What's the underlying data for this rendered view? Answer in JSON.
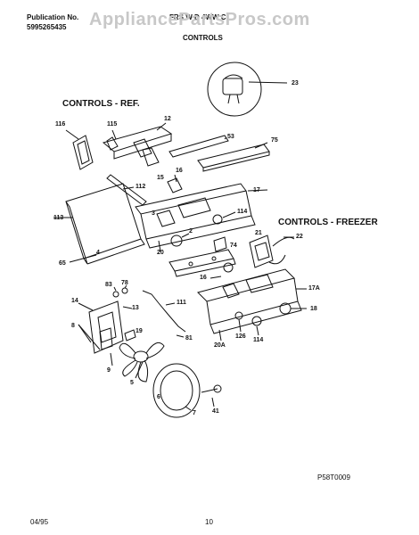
{
  "header": {
    "publication_label": "Publication No.",
    "publication_number": "5995265435",
    "model": "FRS   W   D   4WW   C",
    "section_title": "CONTROLS"
  },
  "watermark": "AppliancePartsPros.com",
  "sections": {
    "ref": "CONTROLS - REF.",
    "freezer": "CONTROLS - FREEZER"
  },
  "callouts": [
    {
      "id": "c23",
      "label": "23"
    },
    {
      "id": "c116",
      "label": "116"
    },
    {
      "id": "c115",
      "label": "115"
    },
    {
      "id": "c12",
      "label": "12"
    },
    {
      "id": "c53",
      "label": "53"
    },
    {
      "id": "c75",
      "label": "75"
    },
    {
      "id": "c16",
      "label": "16"
    },
    {
      "id": "c15",
      "label": "15"
    },
    {
      "id": "c112",
      "label": "112"
    },
    {
      "id": "c17",
      "label": "17"
    },
    {
      "id": "c114a",
      "label": "114"
    },
    {
      "id": "c3",
      "label": "3"
    },
    {
      "id": "c113",
      "label": "113"
    },
    {
      "id": "c2",
      "label": "2"
    },
    {
      "id": "c22",
      "label": "22"
    },
    {
      "id": "c21",
      "label": "21"
    },
    {
      "id": "c74",
      "label": "74"
    },
    {
      "id": "c20",
      "label": "20"
    },
    {
      "id": "c65",
      "label": "65"
    },
    {
      "id": "c4",
      "label": "4"
    },
    {
      "id": "c83",
      "label": "83"
    },
    {
      "id": "c78",
      "label": "78"
    },
    {
      "id": "c16b",
      "label": "16"
    },
    {
      "id": "c17a",
      "label": "17A"
    },
    {
      "id": "c14",
      "label": "14"
    },
    {
      "id": "c13",
      "label": "13"
    },
    {
      "id": "c111",
      "label": "111"
    },
    {
      "id": "c18",
      "label": "18"
    },
    {
      "id": "c19",
      "label": "19"
    },
    {
      "id": "c8",
      "label": "8"
    },
    {
      "id": "c126",
      "label": "126"
    },
    {
      "id": "c114b",
      "label": "114"
    },
    {
      "id": "c20a",
      "label": "20A"
    },
    {
      "id": "c81",
      "label": "81"
    },
    {
      "id": "c9",
      "label": "9"
    },
    {
      "id": "c5",
      "label": "5"
    },
    {
      "id": "c6",
      "label": "6"
    },
    {
      "id": "c7",
      "label": "7"
    },
    {
      "id": "c41",
      "label": "41"
    }
  ],
  "footer": {
    "diagram_code": "P58T0009",
    "date": "04/95",
    "page_number": "10"
  }
}
